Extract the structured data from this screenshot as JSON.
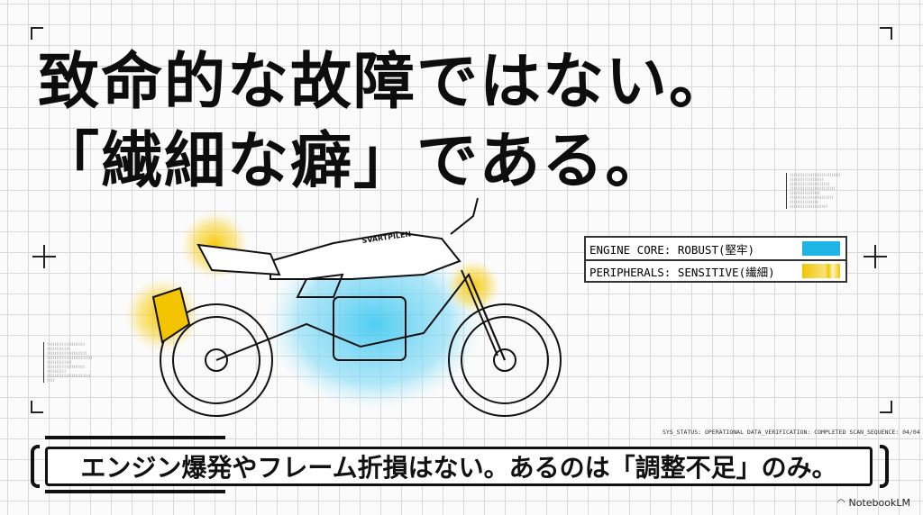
{
  "headline": {
    "line1": "致命的な故障ではない。",
    "line2": "「繊細な癖」である。"
  },
  "legend": {
    "rows": [
      {
        "label": "ENGINE CORE: ROBUST(堅牢)",
        "color": "#1eb4e4"
      },
      {
        "label": "PERIPHERALS: SENSITIVE(繊細)",
        "color": "#f2c500"
      }
    ]
  },
  "bike": {
    "tank_logo": "SVARTPILEN"
  },
  "status_line": "SYS_STATUS: OPERATIONAL  DATA_VERIFICATION: COMPLETED  SCAN_SEQUENCE: 04/04",
  "banner_text": "エンジン爆発やフレーム折損はない。あるのは「調整不足」のみ。",
  "watermark": "NotebookLM",
  "icons": [
    "corner-bracket",
    "crosshair",
    "notebooklm-logo"
  ]
}
